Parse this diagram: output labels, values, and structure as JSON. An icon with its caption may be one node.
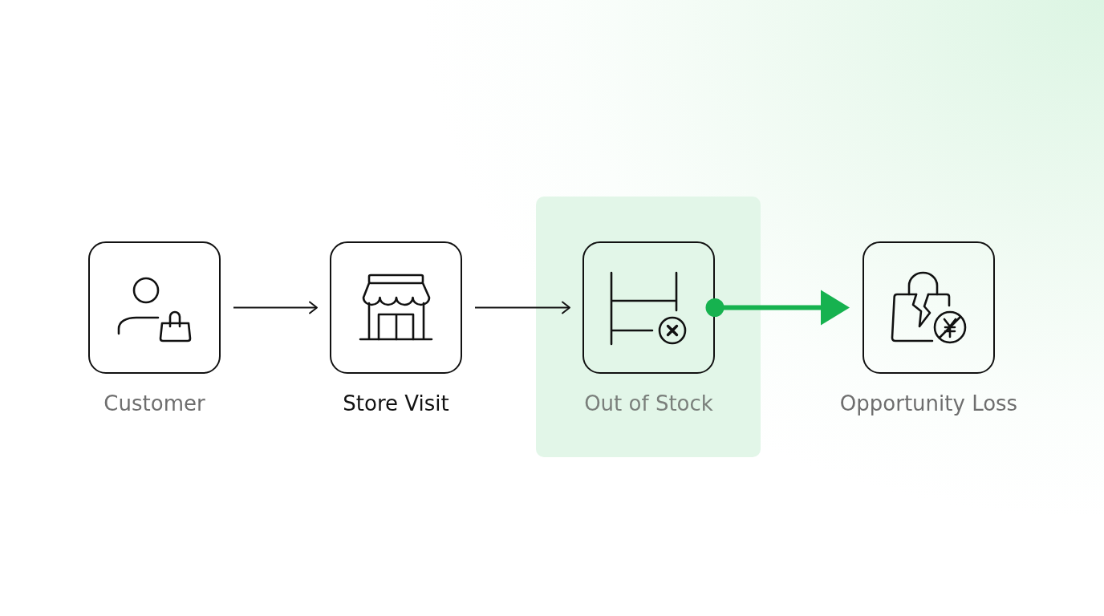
{
  "diagram": {
    "nodes": [
      {
        "text": [
          "Customer"
        ]
      },
      {
        "text": [
          "Store Visit"
        ]
      },
      {
        "text": [],
        "shape": "box"
      },
      {
        "text": [
          "Out of Stock"
        ],
        "in": 2
      },
      {
        "text": [
          "Opportunity Loss"
        ]
      }
    ],
    "edges": [
      {
        "from": 0,
        "to": 1,
        "arrow": "to"
      },
      {
        "from": 1,
        "to": 3,
        "arrow": "to"
      },
      {
        "from": 3,
        "to": 4,
        "arrow": "to",
        "style": "thick",
        "color": "#16b24f"
      }
    ]
  }
}
